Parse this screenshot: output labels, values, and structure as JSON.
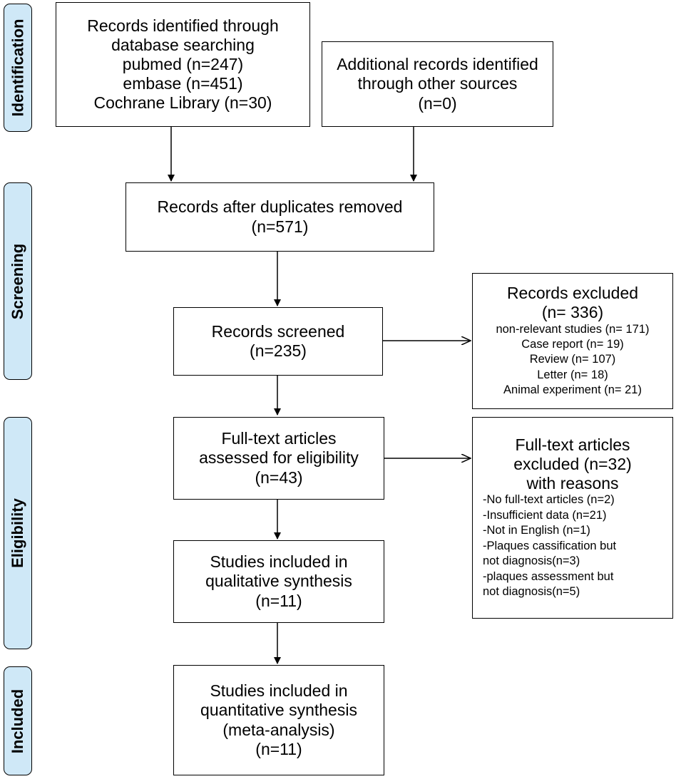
{
  "phases": {
    "identification": "Identification",
    "screening": "Screening",
    "eligibility": "Eligibility",
    "included": "Included"
  },
  "boxes": {
    "database_search": [
      "Records identified through",
      "database searching",
      "pubmed (n=247)",
      "embase (n=451)",
      "Cochrane Library (n=30)"
    ],
    "other_sources": [
      "Additional records identified",
      "through other sources",
      "(n=0)"
    ],
    "duplicates_removed": [
      "Records after duplicates removed",
      "(n=571)"
    ],
    "records_screened": [
      "Records screened",
      "(n=235)"
    ],
    "records_excluded_head": [
      "Records excluded",
      "(n= 336)"
    ],
    "records_excluded_items": [
      "non-relevant studies (n= 171)",
      "Case report (n= 19)",
      "Review (n= 107)",
      "Letter (n= 18)",
      "Animal experiment (n= 21)"
    ],
    "fulltext_assessed": [
      "Full-text articles",
      "assessed for eligibility",
      "(n=43)"
    ],
    "fulltext_excluded_head": [
      "Full-text articles",
      "excluded (n=32)",
      "with reasons"
    ],
    "fulltext_excluded_items": [
      "-No full-text articles (n=2)",
      "-Insufficient data (n=21)",
      "-Not in English (n=1)",
      "-Plaques cassification but",
      "not diagnosis(n=3)",
      "-plaques assessment but",
      "not diagnosis(n=5)"
    ],
    "qualitative": [
      "Studies included in",
      "qualitative synthesis",
      "(n=11)"
    ],
    "quantitative": [
      "Studies included in",
      "quantitative synthesis",
      "(meta-analysis)",
      "(n=11)"
    ]
  }
}
